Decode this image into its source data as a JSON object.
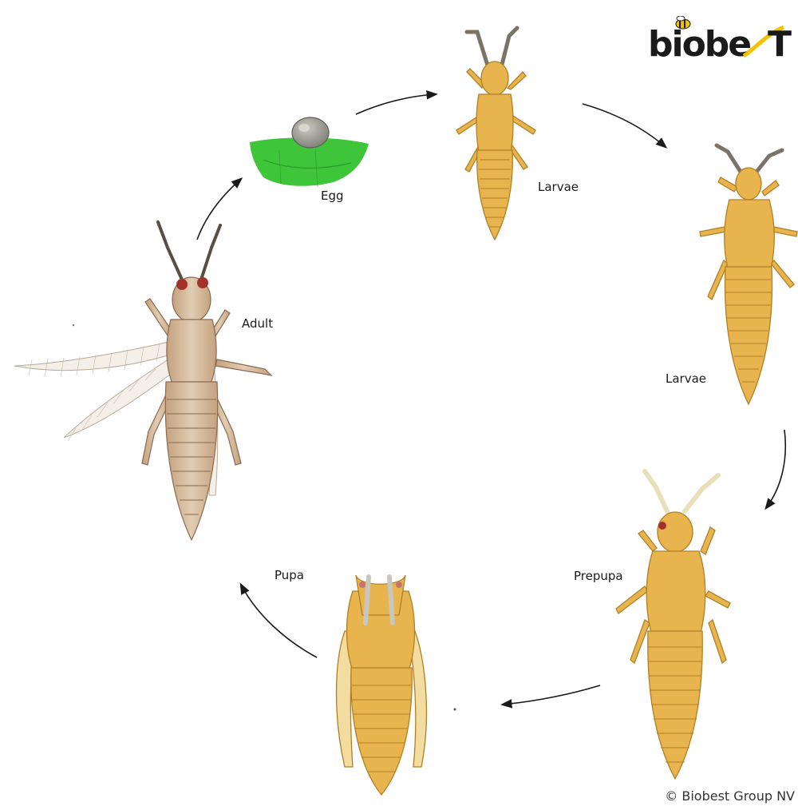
{
  "title": "",
  "brand": {
    "logo_text": "biobest",
    "copyright": "© Biobest Group NV"
  },
  "stages": {
    "egg": "Egg",
    "larvae_1": "Larvae",
    "larvae_2": "Larvae",
    "prepupa": "Prepupa",
    "pupa": "Pupa",
    "adult": "Adult"
  },
  "colors": {
    "larva_body": "#e7b44e",
    "larva_outline": "#b27f24",
    "adult_body": "#d6b99a",
    "adult_outline": "#8a6a4f",
    "leaf_green": "#3fc53a",
    "egg_grey": "#9b9b92",
    "eye_red": "#a3322b",
    "arrow": "#1a1a1a"
  }
}
